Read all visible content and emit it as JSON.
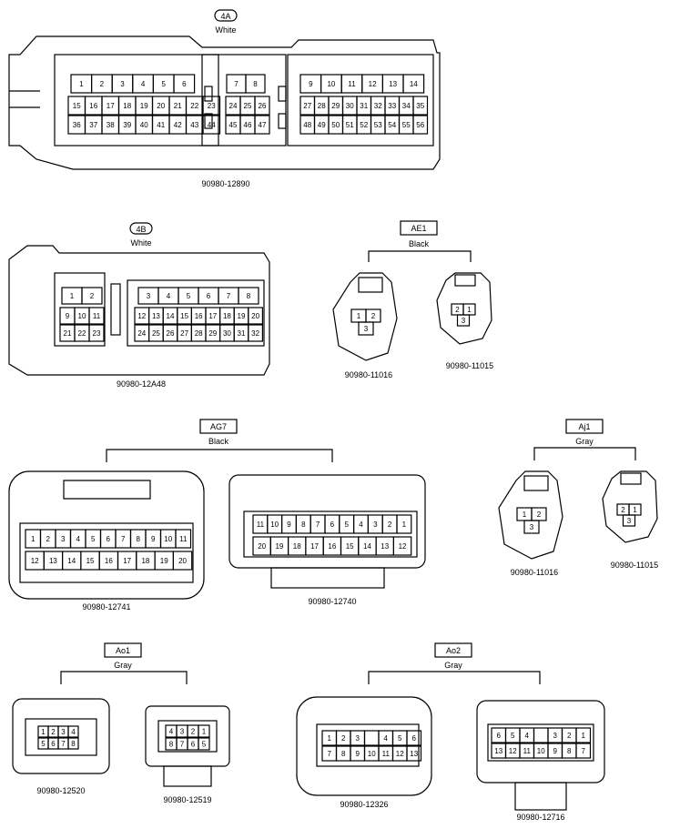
{
  "connectors": {
    "c4a": {
      "code": "4A",
      "color": "White",
      "parts": [
        "90980-12890"
      ],
      "groups": [
        [
          [
            "1",
            "2",
            "3",
            "4",
            "5",
            "6"
          ],
          [
            "15",
            "16",
            "17",
            "18",
            "19",
            "20",
            "21",
            "22",
            "23"
          ],
          [
            "36",
            "37",
            "38",
            "39",
            "40",
            "41",
            "42",
            "43",
            "44"
          ]
        ],
        [
          [
            "7",
            "8"
          ],
          [
            "24",
            "25",
            "26"
          ],
          [
            "45",
            "46",
            "47"
          ]
        ],
        [
          [
            "9",
            "10",
            "11",
            "12",
            "13",
            "14"
          ],
          [
            "27",
            "28",
            "29",
            "30",
            "31",
            "32",
            "33",
            "34",
            "35"
          ],
          [
            "48",
            "49",
            "50",
            "51",
            "52",
            "53",
            "54",
            "55",
            "56"
          ]
        ]
      ]
    },
    "c4b": {
      "code": "4B",
      "color": "White",
      "parts": [
        "90980-12A48"
      ],
      "groups": [
        [
          [
            "1",
            "2"
          ],
          [
            "9",
            "10",
            "11"
          ],
          [
            "21",
            "22",
            "23"
          ]
        ],
        [
          [
            "3",
            "4",
            "5",
            "6",
            "7",
            "8"
          ],
          [
            "12",
            "13",
            "14",
            "15",
            "16",
            "17",
            "18",
            "19",
            "20"
          ],
          [
            "24",
            "25",
            "26",
            "27",
            "28",
            "29",
            "30",
            "31",
            "32"
          ]
        ]
      ]
    },
    "ae1": {
      "code": "AE1",
      "color": "Black",
      "parts": [
        "90980-11016",
        "90980-11015"
      ],
      "female": [
        "1",
        "2",
        "3"
      ],
      "male": [
        "2",
        "1",
        "3"
      ]
    },
    "ag7": {
      "code": "AG7",
      "color": "Black",
      "parts": [
        "90980-12741",
        "90980-12740"
      ],
      "left_top": [
        "1",
        "2",
        "3",
        "4",
        "5",
        "6",
        "7",
        "8",
        "9",
        "10",
        "11"
      ],
      "left_bottom": [
        "12",
        "13",
        "14",
        "15",
        "16",
        "17",
        "18",
        "19",
        "20"
      ],
      "right_top": [
        "11",
        "10",
        "9",
        "8",
        "7",
        "6",
        "5",
        "4",
        "3",
        "2",
        "1"
      ],
      "right_bottom": [
        "20",
        "19",
        "18",
        "17",
        "16",
        "15",
        "14",
        "13",
        "12"
      ]
    },
    "aj1": {
      "code": "Aj1",
      "color": "Gray",
      "parts": [
        "90980-11016",
        "90980-11015"
      ],
      "female": [
        "1",
        "2",
        "3"
      ],
      "male": [
        "2",
        "1",
        "3"
      ]
    },
    "ao1": {
      "code": "Ao1",
      "color": "Gray",
      "parts": [
        "90980-12520",
        "90980-12519"
      ],
      "left": [
        [
          "1",
          "2",
          "3",
          "4"
        ],
        [
          "5",
          "6",
          "7",
          "8"
        ]
      ],
      "right": [
        [
          "4",
          "3",
          "2",
          "1"
        ],
        [
          "8",
          "7",
          "6",
          "5"
        ]
      ]
    },
    "ao2": {
      "code": "Ao2",
      "color": "Gray",
      "parts": [
        "90980-12326",
        "90980-12716"
      ],
      "left": [
        [
          "1",
          "2",
          "3",
          "",
          "4",
          "5",
          "6"
        ],
        [
          "7",
          "8",
          "9",
          "10",
          "11",
          "12",
          "13"
        ]
      ],
      "right": [
        [
          "6",
          "5",
          "4",
          "",
          "3",
          "2",
          "1"
        ],
        [
          "13",
          "12",
          "11",
          "10",
          "9",
          "8",
          "7"
        ]
      ]
    }
  }
}
